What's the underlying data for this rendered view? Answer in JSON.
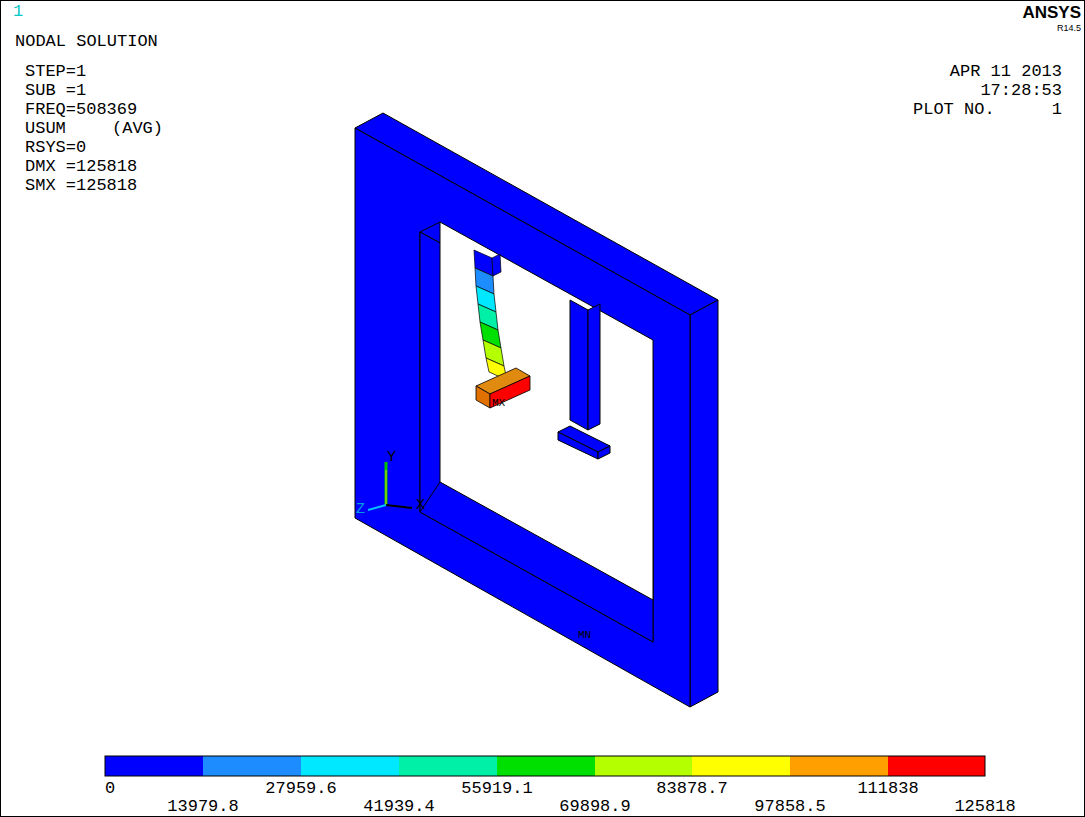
{
  "diagram": {
    "labels": [
      "1",
      "NODAL SOLUTION",
      "STEP=1",
      "SUB =1",
      "FREQ=508369",
      "USUM",
      "(AVG)",
      "RSYS=0",
      "DMX =125818",
      "SMX =125818",
      "ANSYS",
      "R14.5",
      "APR 11 2013",
      "17:28:53",
      "PLOT NO.",
      "1",
      "MX",
      "MN",
      "Y",
      "Z",
      "X",
      "0",
      "13979.8",
      "27959.6",
      "41939.4",
      "55919.1",
      "69898.9",
      "83878.7",
      "97858.5",
      "111838",
      "125818"
    ]
  }
}
